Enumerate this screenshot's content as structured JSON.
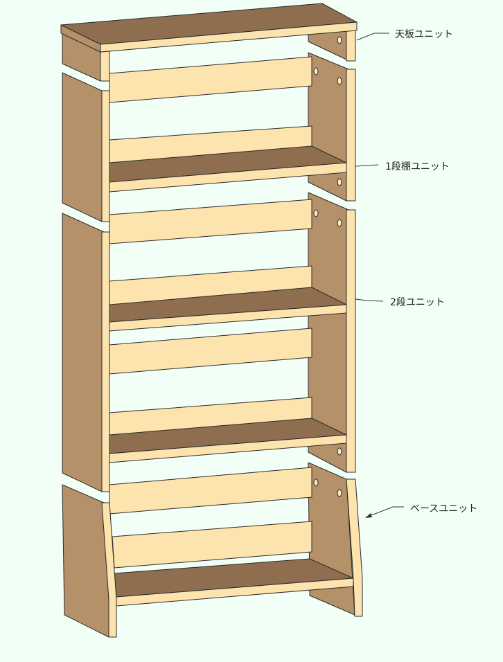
{
  "labels": {
    "top_unit": "天板ユニット",
    "one_shelf_unit": "1段棚ユニット",
    "two_shelf_unit": "2段ユニット",
    "base_unit": "ベースユニット"
  },
  "colors": {
    "background": "#f2fff6",
    "board_face": "#fde3ad",
    "side_panel": "#b5916a",
    "shelf_top": "#8f6e50"
  }
}
